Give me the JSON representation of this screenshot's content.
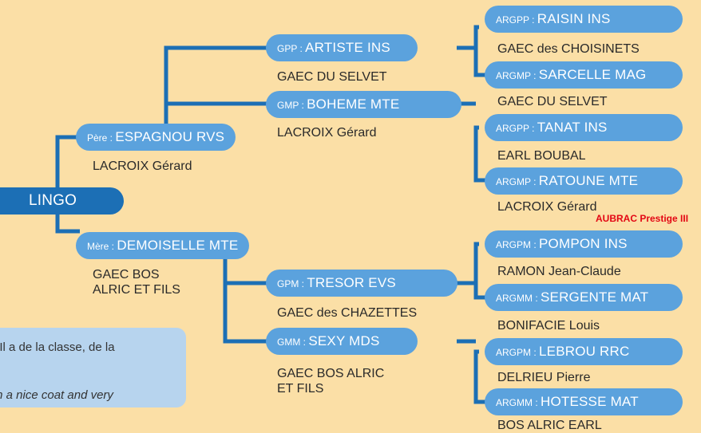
{
  "colors": {
    "background": "#fbdfa6",
    "pill": "#5ba2dd",
    "root": "#1c6fb5",
    "connector": "#1c6fb5",
    "stamp": "#e30613"
  },
  "root": {
    "name": "LINGO"
  },
  "parents": {
    "father": {
      "prefix": "Père : ",
      "name": "ESPAGNOU RVS",
      "owner": "LACROIX Gérard"
    },
    "mother": {
      "prefix": "Mère : ",
      "name": "DEMOISELLE MTE",
      "owner": "GAEC BOS\nALRIC ET FILS"
    }
  },
  "grandparents": {
    "gpp": {
      "prefix": "GPP : ",
      "name": "ARTISTE INS",
      "owner": "GAEC DU SELVET"
    },
    "gmp": {
      "prefix": "GMP : ",
      "name": "BOHEME MTE",
      "owner": "LACROIX Gérard"
    },
    "gpm": {
      "prefix": "GPM : ",
      "name": "TRESOR EVS",
      "owner": "GAEC des CHAZETTES"
    },
    "gmm": {
      "prefix": "GMM : ",
      "name": "SEXY MDS",
      "owner": "GAEC BOS ALRIC\nET FILS"
    }
  },
  "great_grandparents": [
    {
      "prefix": "ARGPP : ",
      "name": "RAISIN INS",
      "owner": "GAEC des CHOISINETS"
    },
    {
      "prefix": "ARGMP : ",
      "name": "SARCELLE MAG",
      "owner": "GAEC DU SELVET"
    },
    {
      "prefix": "ARGPP : ",
      "name": "TANAT INS",
      "owner": "EARL BOUBAL"
    },
    {
      "prefix": "ARGMP : ",
      "name": "RATOUNE MTE",
      "owner": "LACROIX Gérard"
    },
    {
      "prefix": "ARGPM : ",
      "name": "POMPON INS",
      "owner": "RAMON Jean-Claude"
    },
    {
      "prefix": "ARGMM : ",
      "name": "SERGENTE MAT",
      "owner": "BONIFACIE Louis"
    },
    {
      "prefix": "ARGPM : ",
      "name": "LEBROU RRC",
      "owner": "DELRIEU Pierre"
    },
    {
      "prefix": "ARGMM : ",
      "name": "HOTESSE MAT",
      "owner": "BOS ALRIC EARL"
    }
  ],
  "stamp": "AUBRAC Prestige III",
  "comment": {
    "line1": ". Il a de la classe, de la",
    "line2": "th a nice coat and very"
  }
}
